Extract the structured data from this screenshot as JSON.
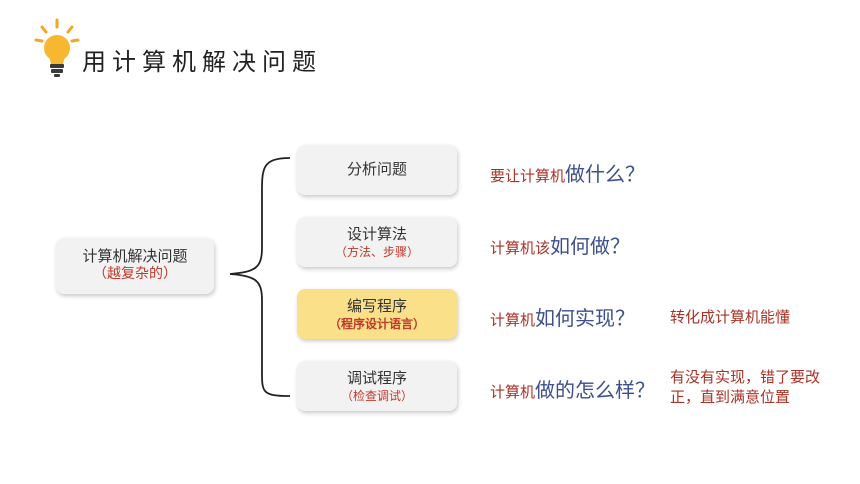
{
  "header": {
    "title": "用计算机解决问题"
  },
  "root": {
    "main": "计算机解决问题",
    "sub": "（越复杂的）"
  },
  "steps": [
    {
      "main": "分析问题",
      "sub": ""
    },
    {
      "main": "设计算法",
      "sub": "（方法、步骤）"
    },
    {
      "main": "编写程序",
      "sub": "（程序设计语言）"
    },
    {
      "main": "调试程序",
      "sub": "（检查调试）"
    }
  ],
  "questions": [
    {
      "small": "要让计算机",
      "big": "做什么？"
    },
    {
      "small": "计算机该",
      "big": "如何做？"
    },
    {
      "small": "计算机",
      "big": "如何实现？"
    },
    {
      "small": "计算机",
      "big": "做的怎么样？"
    }
  ],
  "notes": {
    "compile": "转化成计算机能懂",
    "debug": "有没有实现，错了要改正，直到满意位置"
  },
  "colors": {
    "highlight": "#fbe08a",
    "red_text": "#a93226",
    "blue_text": "#3d4f8c",
    "box": "#f2f2f2"
  },
  "icons": {
    "title": "lightbulb-icon"
  }
}
